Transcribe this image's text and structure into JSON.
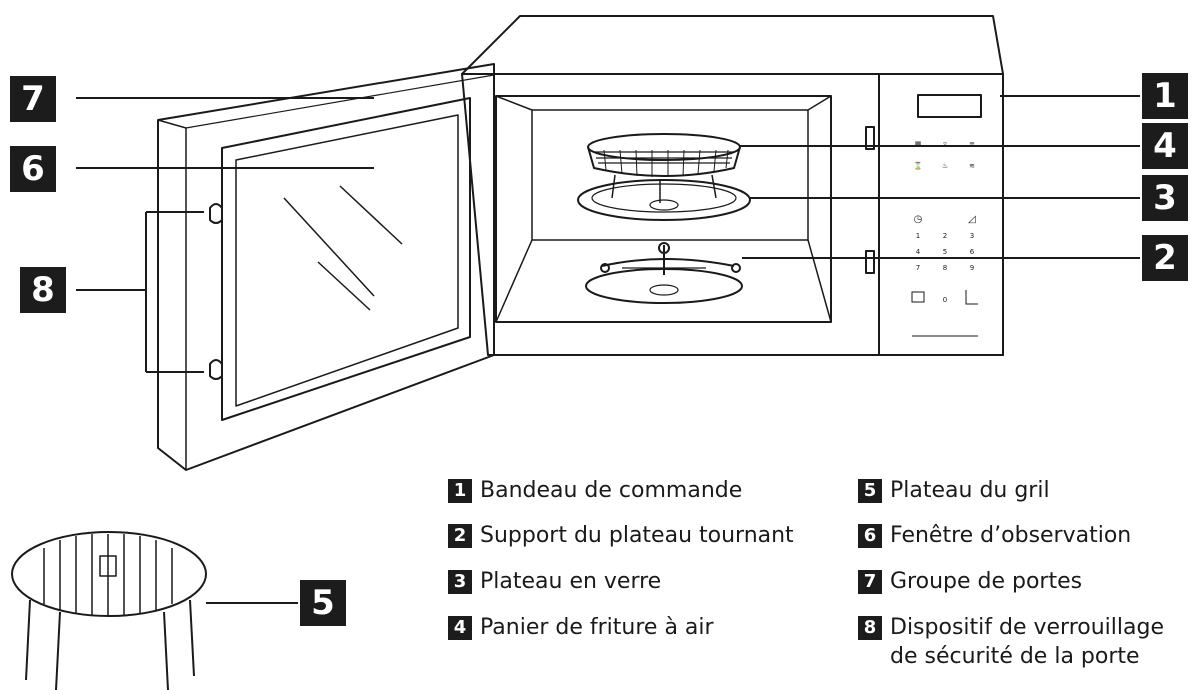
{
  "callouts": [
    {
      "id": "7",
      "label": "7"
    },
    {
      "id": "6",
      "label": "6"
    },
    {
      "id": "8",
      "label": "8"
    },
    {
      "id": "1",
      "label": "1"
    },
    {
      "id": "4",
      "label": "4"
    },
    {
      "id": "3",
      "label": "3"
    },
    {
      "id": "2",
      "label": "2"
    },
    {
      "id": "5",
      "label": "5"
    }
  ],
  "legend": [
    {
      "num": "1",
      "text": "Bandeau de commande"
    },
    {
      "num": "2",
      "text": "Support du plateau tournant"
    },
    {
      "num": "3",
      "text": "Plateau en verre"
    },
    {
      "num": "4",
      "text": "Panier de friture à air"
    },
    {
      "num": "5",
      "text": "Plateau du gril"
    },
    {
      "num": "6",
      "text": "Fenêtre d’observation"
    },
    {
      "num": "7",
      "text": "Groupe de portes"
    },
    {
      "num": "8",
      "text": "Dispositif de verrouillage\nde sécurité de la porte"
    }
  ],
  "keypad": [
    "1",
    "2",
    "3",
    "4",
    "5",
    "6",
    "7",
    "8",
    "9",
    "0"
  ]
}
